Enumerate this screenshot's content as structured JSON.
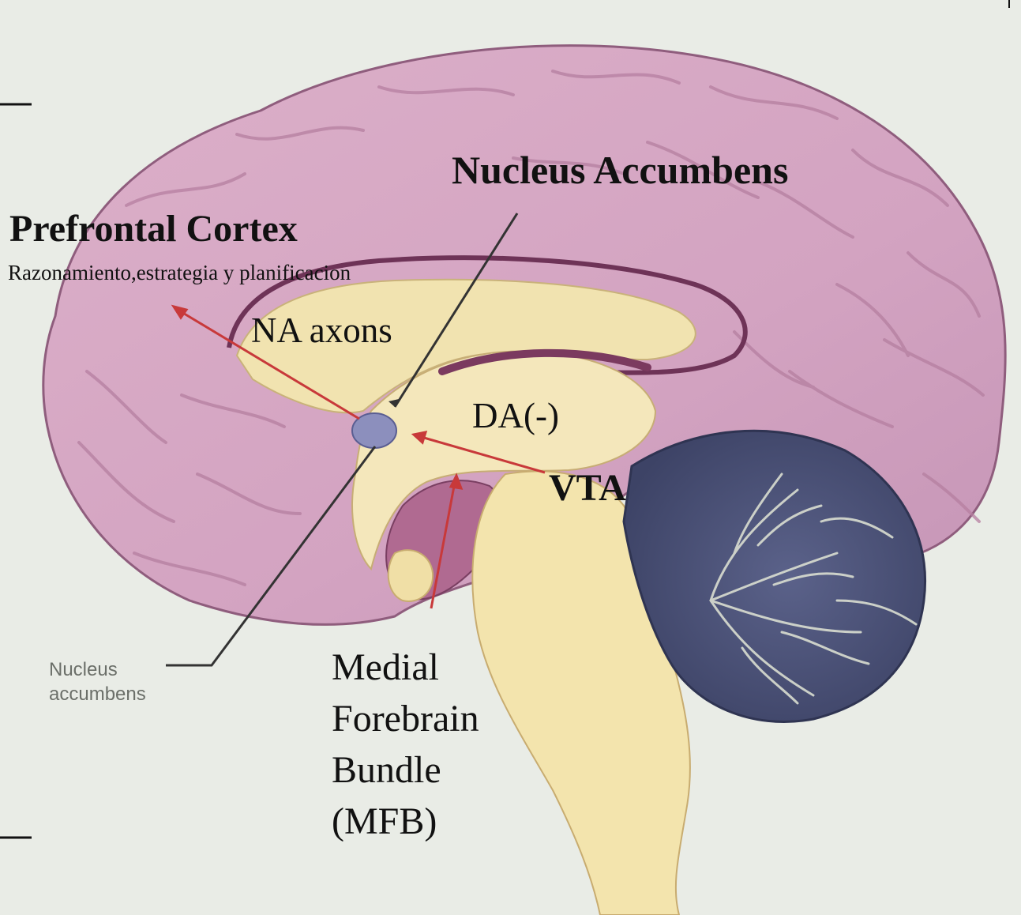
{
  "labels": {
    "nucleus_accumbens": "Nucleus Accumbens",
    "prefrontal_cortex": "Prefrontal Cortex",
    "prefrontal_subtitle": "Razonamiento,estrategia y planificacion",
    "na_axons": "NA axons",
    "da": "DA(-)",
    "vta": "VTA",
    "mfb": [
      "Medial",
      "Forebrain",
      "Bundle",
      "(MFB)"
    ],
    "nucleus_small": [
      "Nucleus",
      "accumbens"
    ]
  },
  "colors": {
    "background": "#e9ece6",
    "cortex": "#d8a9c6",
    "cortex_line": "#b88aa5",
    "cortex_dark": "#7a3f62",
    "corpus_callosum": "#f1e3b0",
    "brainstem": "#f3e4ad",
    "cerebellum": "#4e5578",
    "cerebellum_branch": "#e2e6d6",
    "nucleus": "#8c8fbd",
    "arrow": "#c8393a",
    "pointer": "#333333",
    "text": "#111111",
    "small_text": "#6b6f69"
  }
}
